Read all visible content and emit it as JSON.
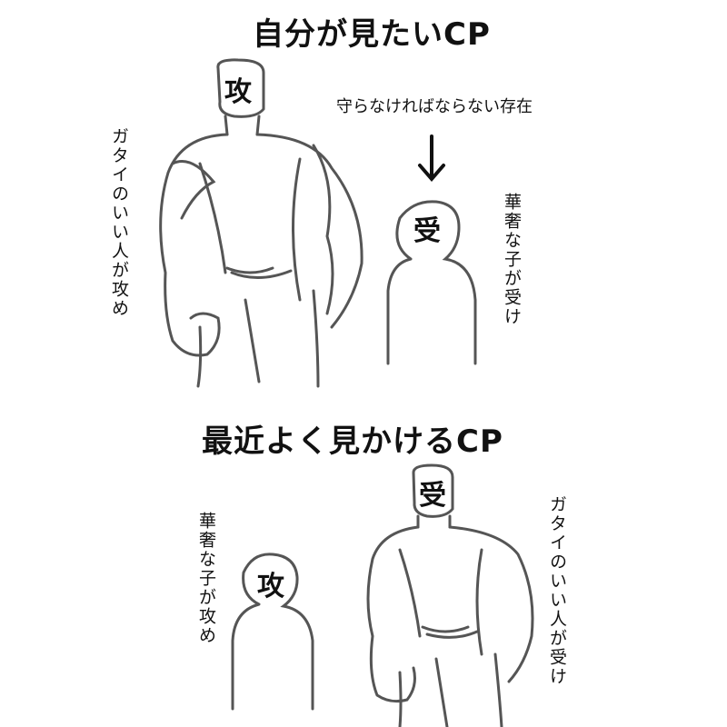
{
  "top": {
    "title": "自分が見たいCP",
    "big_label": "攻",
    "small_label": "受",
    "note": "守らなければならない存在",
    "left_caption": "ガタイのいい人が攻め",
    "right_caption": "華奢な子が受け"
  },
  "bottom": {
    "title": "最近よく見かけるCP",
    "big_label": "受",
    "small_label": "攻",
    "left_caption": "華奢な子が攻め",
    "right_caption": "ガタイのいい人が受け"
  }
}
